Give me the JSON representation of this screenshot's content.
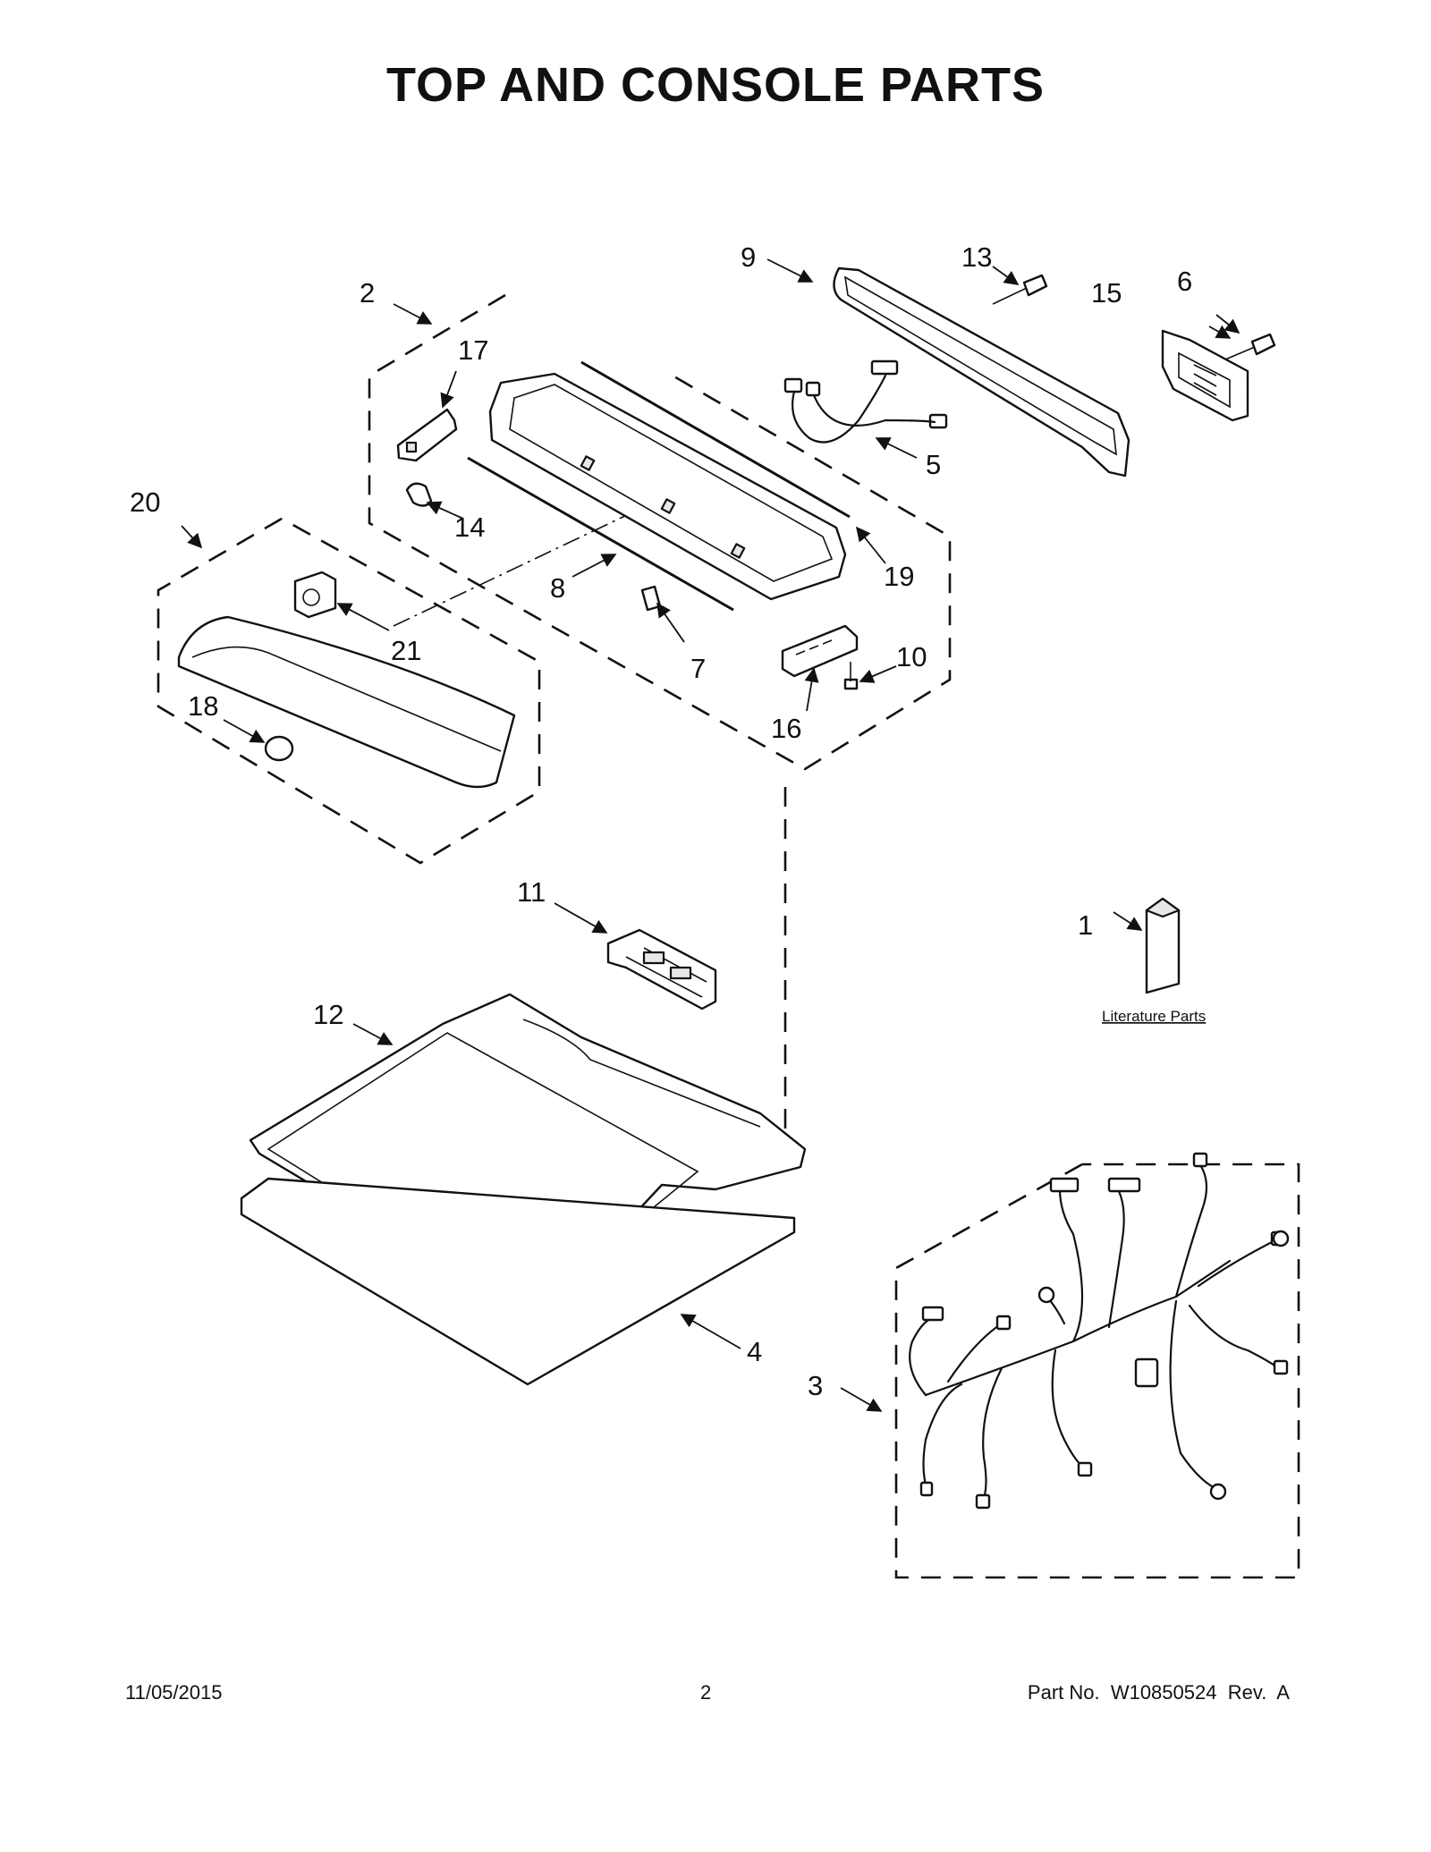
{
  "title": "TOP AND CONSOLE PARTS",
  "footer": {
    "date": "11/05/2015",
    "page": "2",
    "part_number": "Part No.  W10850524  Rev.  A"
  },
  "literature_label": "Literature Parts",
  "callouts": {
    "c1": "1",
    "c2": "2",
    "c3": "3",
    "c4": "4",
    "c5": "5",
    "c6": "6",
    "c7": "7",
    "c8": "8",
    "c9": "9",
    "c10": "10",
    "c11": "11",
    "c12": "12",
    "c13": "13",
    "c14": "14",
    "c15": "15",
    "c16": "16",
    "c17": "17",
    "c18": "18",
    "c19": "19",
    "c20": "20",
    "c21": "21"
  }
}
